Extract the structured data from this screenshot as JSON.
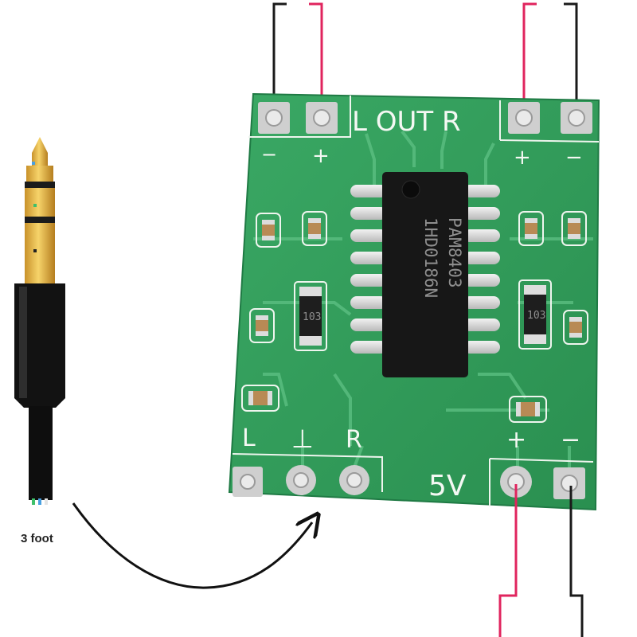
{
  "board": {
    "output_label": "L OUT R",
    "output_left_minus": "−",
    "output_left_plus": "+",
    "output_right_plus": "+",
    "output_right_minus": "−",
    "input_left": "L",
    "input_ground": "⊥",
    "input_right": "R",
    "power_plus": "+",
    "power_minus": "−",
    "power_label": "5V",
    "chip_line1": "PAM8403",
    "chip_line2": "1HD0186N",
    "resistor_marking": "103"
  },
  "jack": {
    "caption": "3 foot"
  },
  "colors": {
    "board_green": "#2f9a57",
    "wire_red": "#e0245e",
    "wire_black": "#1a1a1a",
    "jack_gold": "#e3b43a",
    "chip_body": "#171717"
  }
}
